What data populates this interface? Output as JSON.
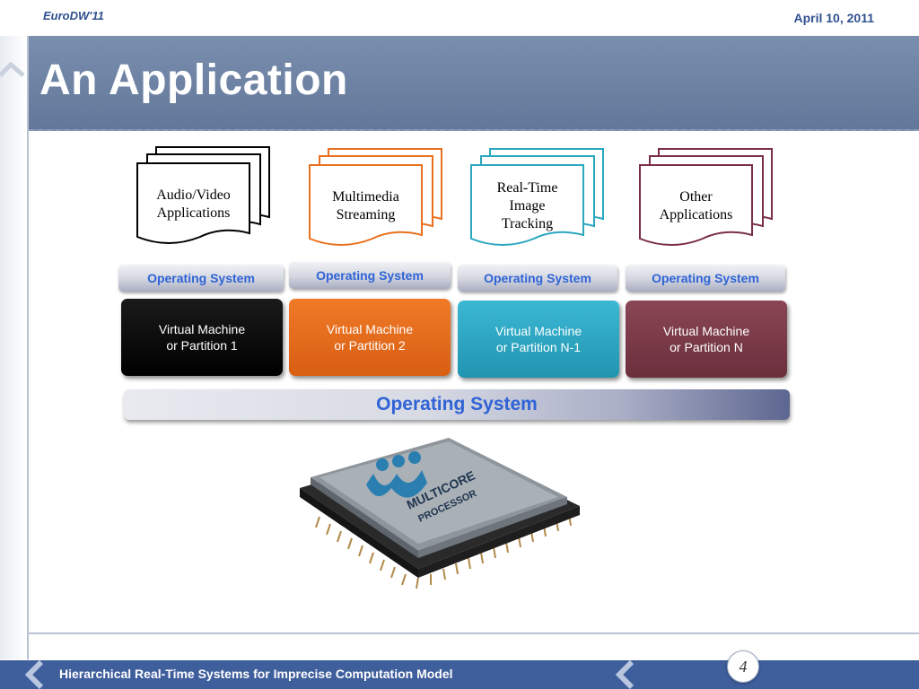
{
  "header": {
    "left": "EuroDW'11",
    "right": "April 10, 2011"
  },
  "title": "An Application",
  "documents": [
    {
      "label": "Audio/Video\nApplications",
      "color": "#000000"
    },
    {
      "label": "Multimedia\nStreaming",
      "color": "#e8701e"
    },
    {
      "label": "Real-Time\nImage\nTracking",
      "color": "#2aa6bf"
    },
    {
      "label": "Other\nApplications",
      "color": "#7a2f44"
    }
  ],
  "os_small": [
    "Operating System",
    "Operating System",
    "Operating System",
    "Operating System"
  ],
  "vms": [
    {
      "label": "Virtual Machine\nor Partition 1",
      "color": "#000000"
    },
    {
      "label": "Virtual Machine\nor Partition 2",
      "color": "#e8691e"
    },
    {
      "label": "Virtual Machine\nor Partition N-1",
      "color": "#2aa6c4"
    },
    {
      "label": "Virtual Machine\nor Partition N",
      "color": "#7a3a48"
    }
  ],
  "os_big": "Operating System",
  "chip": {
    "text_line1": "MULTICORE",
    "text_line2": "PROCESSOR"
  },
  "footer": {
    "text": "Hierarchical Real-Time Systems for Imprecise Computation Model",
    "page": "4"
  },
  "colors": {
    "accent": "#3f5e9c",
    "title_band": "#6b7fa0",
    "os_text": "#2f63d6"
  }
}
